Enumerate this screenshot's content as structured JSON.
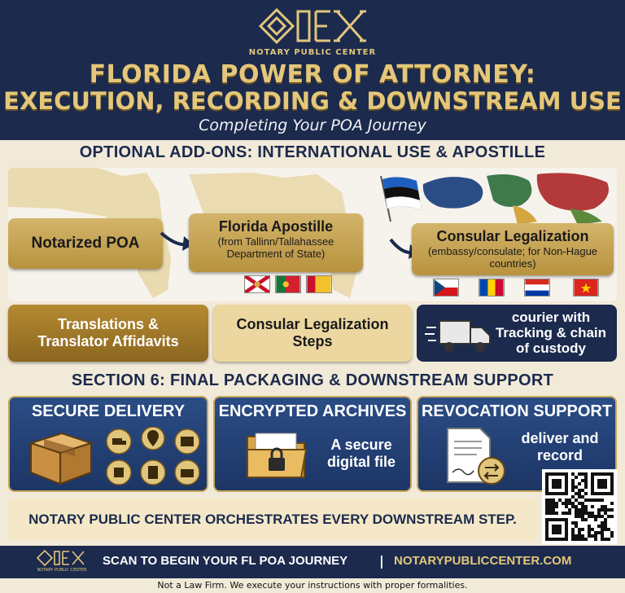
{
  "header": {
    "logo_sub": "NOTARY PUBLIC CENTER",
    "title_line1": "FLORIDA POWER OF ATTORNEY:",
    "title_line2": "EXECUTION, RECORDING & DOWNSTREAM USE",
    "subtitle": "Completing Your POA Journey"
  },
  "section_addons": {
    "title": "OPTIONAL ADD-ONS: INTERNATIONAL USE & APOSTILLE",
    "notarized": "Notarized POA",
    "apostille_title": "Florida Apostille",
    "apostille_sub": "(from Tallinn/Tallahassee Department of State)",
    "consular_title": "Consular Legalization",
    "consular_sub": "(embassy/consulate; for Non-Hague countries)",
    "translations": "Translations & Translator Affidavits",
    "consular_steps": "Consular Legalization Steps",
    "courier": "courier with Tracking & chain of custody"
  },
  "section6": {
    "title": "SECTION 6: FINAL PACKAGING & DOWNSTREAM SUPPORT",
    "delivery_title": "SECURE DELIVERY",
    "archives_title": "ENCRYPTED ARCHIVES",
    "archives_text": "A secure digital file",
    "revocation_title": "REVOCATION SUPPORT",
    "revocation_text": "deliver and record",
    "banner": "NOTARY PUBLIC CENTER ORCHESTRATES EVERY DOWNSTREAM STEP."
  },
  "footer": {
    "logo_sub": "NOTARY PUBLIC CENTER",
    "cta": "SCAN TO BEGIN YOUR FL POA JOURNEY",
    "divider": "|",
    "url": "NOTARYPUBLICCENTER.COM",
    "note": "Not a Law Firm. We execute your instructions with proper formalities."
  },
  "colors": {
    "navy": "#1b2a4d",
    "gold": "#e4c77a",
    "cream": "#f2ead8",
    "blue": "#2b4d86"
  },
  "icons": [
    "logo-icon",
    "estonia-flag-icon",
    "world-map-icon",
    "florida-map-icon",
    "arrow-icon",
    "truck-icon",
    "box-icon",
    "folder-lock-icon",
    "document-exchange-icon",
    "qr-code-icon"
  ]
}
